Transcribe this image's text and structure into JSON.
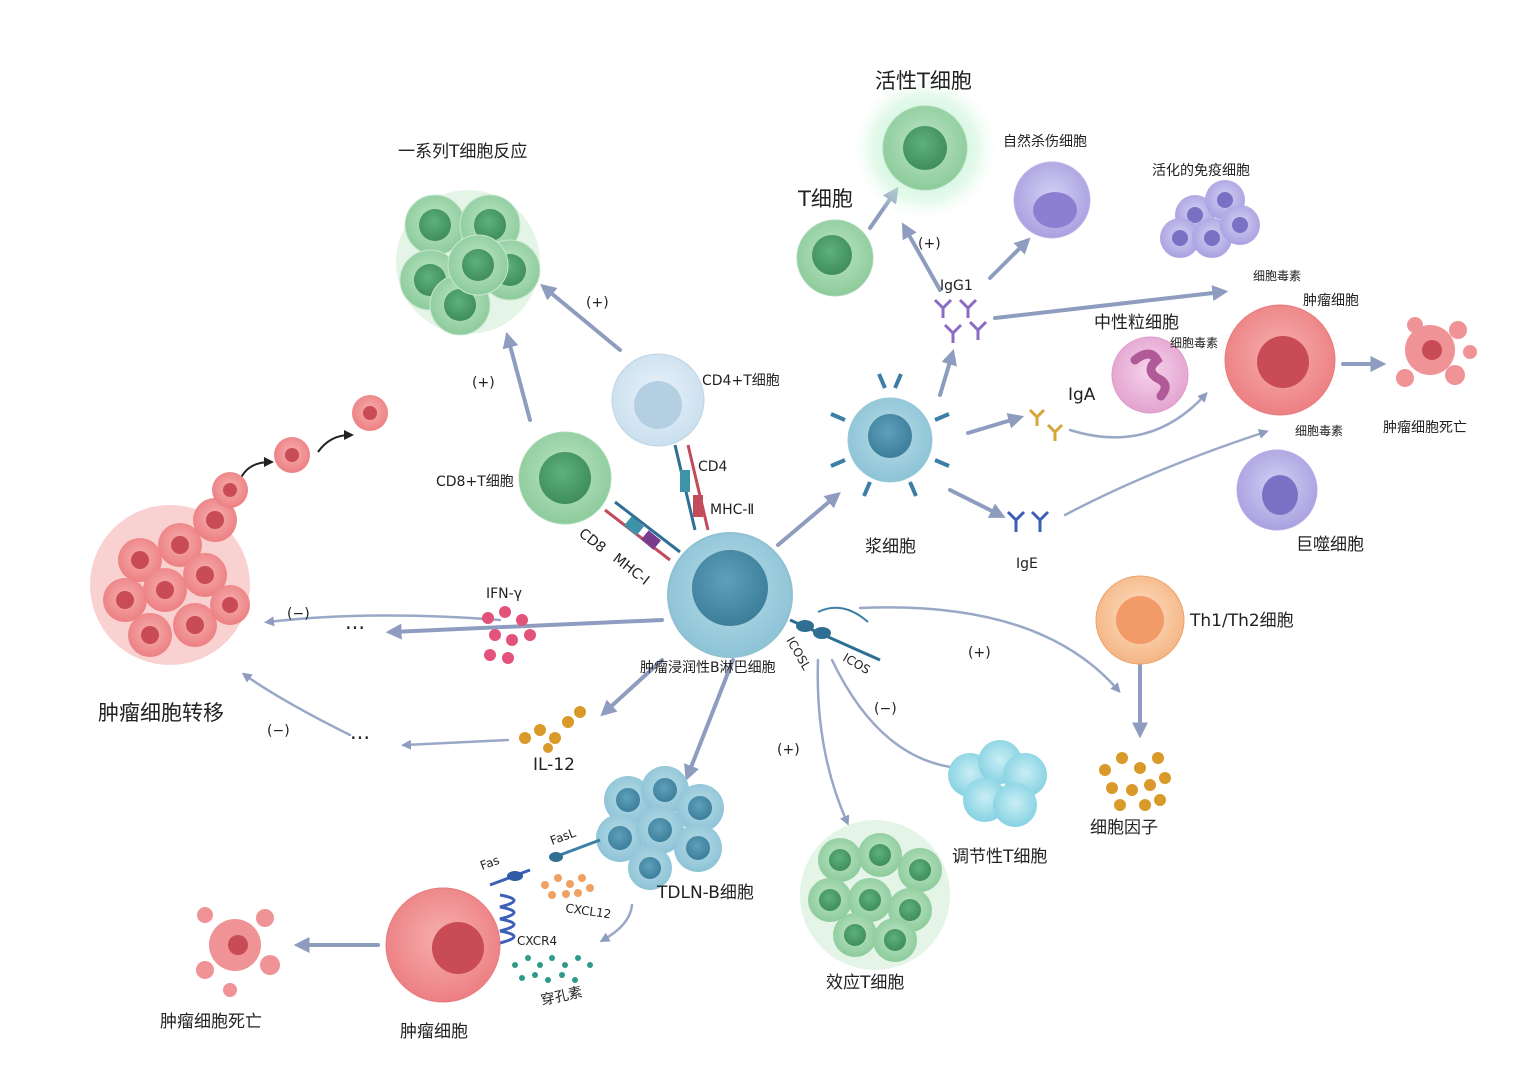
{
  "labels": {
    "t_reactions": "一系列T细胞反应",
    "activated_t": "活性T细胞",
    "t_cell": "T细胞",
    "nk_cell": "自然杀伤细胞",
    "activated_immune": "活化的免疫细胞",
    "cytotoxin_1": "细胞毒素",
    "tumor_cell_right": "肿瘤细胞",
    "neutrophil": "中性粒细胞",
    "cytotoxin_2": "细胞毒素",
    "tumor_death_right": "肿瘤细胞死亡",
    "cytotoxin_3": "细胞毒素",
    "macrophage": "巨噬细胞",
    "igg1": "IgG1",
    "iga": "IgA",
    "ige": "IgE",
    "plasma_cell": "浆细胞",
    "cd4_t": "CD4+T细胞",
    "cd4": "CD4",
    "mhc2": "MHC-Ⅱ",
    "cd8_t": "CD8+T细胞",
    "cd8": "CD8",
    "mhc1": "MHC-Ⅰ",
    "til_b": "肿瘤浸润性B淋巴细胞",
    "icosl": "ICOSL",
    "icos": "ICOS",
    "ifn": "IFN-γ",
    "il12": "IL-12",
    "metastasis": "肿瘤细胞转移",
    "th12": "Th1/Th2细胞",
    "cytokine": "细胞因子",
    "treg": "调节性T细胞",
    "effector_t": "效应T细胞",
    "tdln_b": "TDLN-B细胞",
    "fasl": "FasL",
    "fas": "Fas",
    "cxcl12": "CXCL12",
    "cxcr4": "CXCR4",
    "perforin": "穿孔素",
    "tumor_cell_bottom": "肿瘤细胞",
    "tumor_death_bottom": "肿瘤细胞死亡",
    "ellipsis": "···"
  },
  "signs": {
    "plus": "(+)",
    "minus": "(−)"
  },
  "colors": {
    "arrow": "#8e9dbf",
    "t_green": "#5fb07a",
    "b_blue": "#6aaec4",
    "tumor_red": "#ee8585",
    "nk_purple": "#9f93d8",
    "neutrophil_pink": "#e9a6d4",
    "th_orange": "#f6b07e",
    "treg_cyan": "#7fd0e0",
    "cytokine_gold": "#d99a2a"
  }
}
